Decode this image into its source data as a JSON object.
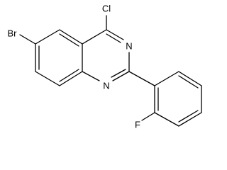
{
  "molecule": {
    "atoms": {
      "bromine": "Br",
      "chlorine": "Cl",
      "nitrogen_top": "N",
      "nitrogen_bottom": "N",
      "fluorine": "F"
    }
  }
}
